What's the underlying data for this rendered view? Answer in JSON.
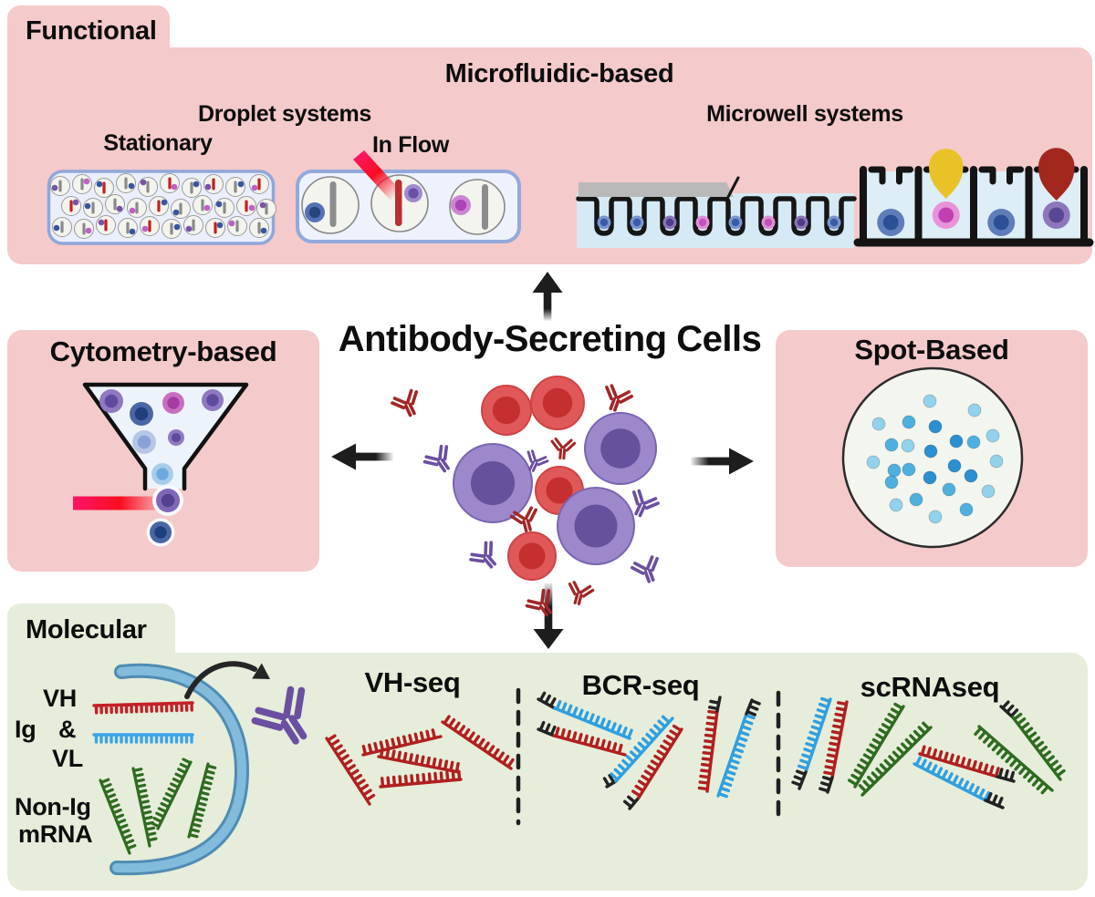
{
  "figure": {
    "title": "Antibody-Secreting Cells"
  },
  "functional": {
    "label": "Functional",
    "heading": "Microfluidic-based",
    "droplet_heading": "Droplet systems",
    "stationary_label": "Stationary",
    "in_flow_label": "In Flow",
    "microwell_heading": "Microwell systems"
  },
  "cytometry": {
    "title": "Cytometry-based"
  },
  "spot": {
    "title": "Spot-Based"
  },
  "molecular": {
    "label": "Molecular",
    "ig_label": "Ig",
    "ampersand": "&",
    "vh_label": "VH",
    "vl_label": "VL",
    "non_ig_line1": "Non-Ig",
    "non_ig_line2": "mRNA",
    "seq_methods": [
      {
        "label": "VH-seq"
      },
      {
        "label": "BCR-seq"
      },
      {
        "label": "scRNAseq"
      }
    ]
  },
  "palette": {
    "pink_panel": "#f4caca",
    "green_panel": "#e6edda",
    "arrow_black": "#1d1d1d",
    "laser_pink": "#ff1465",
    "laser_red": "#fa0d20",
    "droplet_box_fill": "#eaeffb",
    "droplet_box_border": "#8fa7d9",
    "droplet_fill": "#f4f4ef",
    "bar_gray": "#8a8a8a",
    "bar_red": "#c4201f",
    "well_blue": "#d6eaf5",
    "square_well_blue": "#ddeef7",
    "lid_gray": "#b9b9b9",
    "drop_yellow": "#e9c227",
    "drop_red": "#a2281e",
    "red_cell": "#e15858",
    "red_cell_edge": "#cf4343",
    "red_cell_nucleus": "#c62f2f",
    "purple_cell": "#9c88ca",
    "purple_cell_edge": "#7a64b2",
    "purple_cell_nucleus": "#66519e",
    "antibody_red": "#a32626",
    "antibody_purple": "#6b4fa0",
    "strand_red": "#b01f1f",
    "strand_red_bright": "#c32127",
    "strand_blue": "#2f9fe0",
    "strand_green": "#2e6b20",
    "strand_black": "#222222",
    "membrane_blue": "#82bbdc",
    "membrane_blue_dark": "#4f8cb3",
    "spot_dot_light": "#92d2ec",
    "spot_dot_mid": "#4fb0e0",
    "spot_dot_dark": "#2a90d2",
    "funnel_fill": "#edf3fb",
    "outline_black": "#161616"
  }
}
